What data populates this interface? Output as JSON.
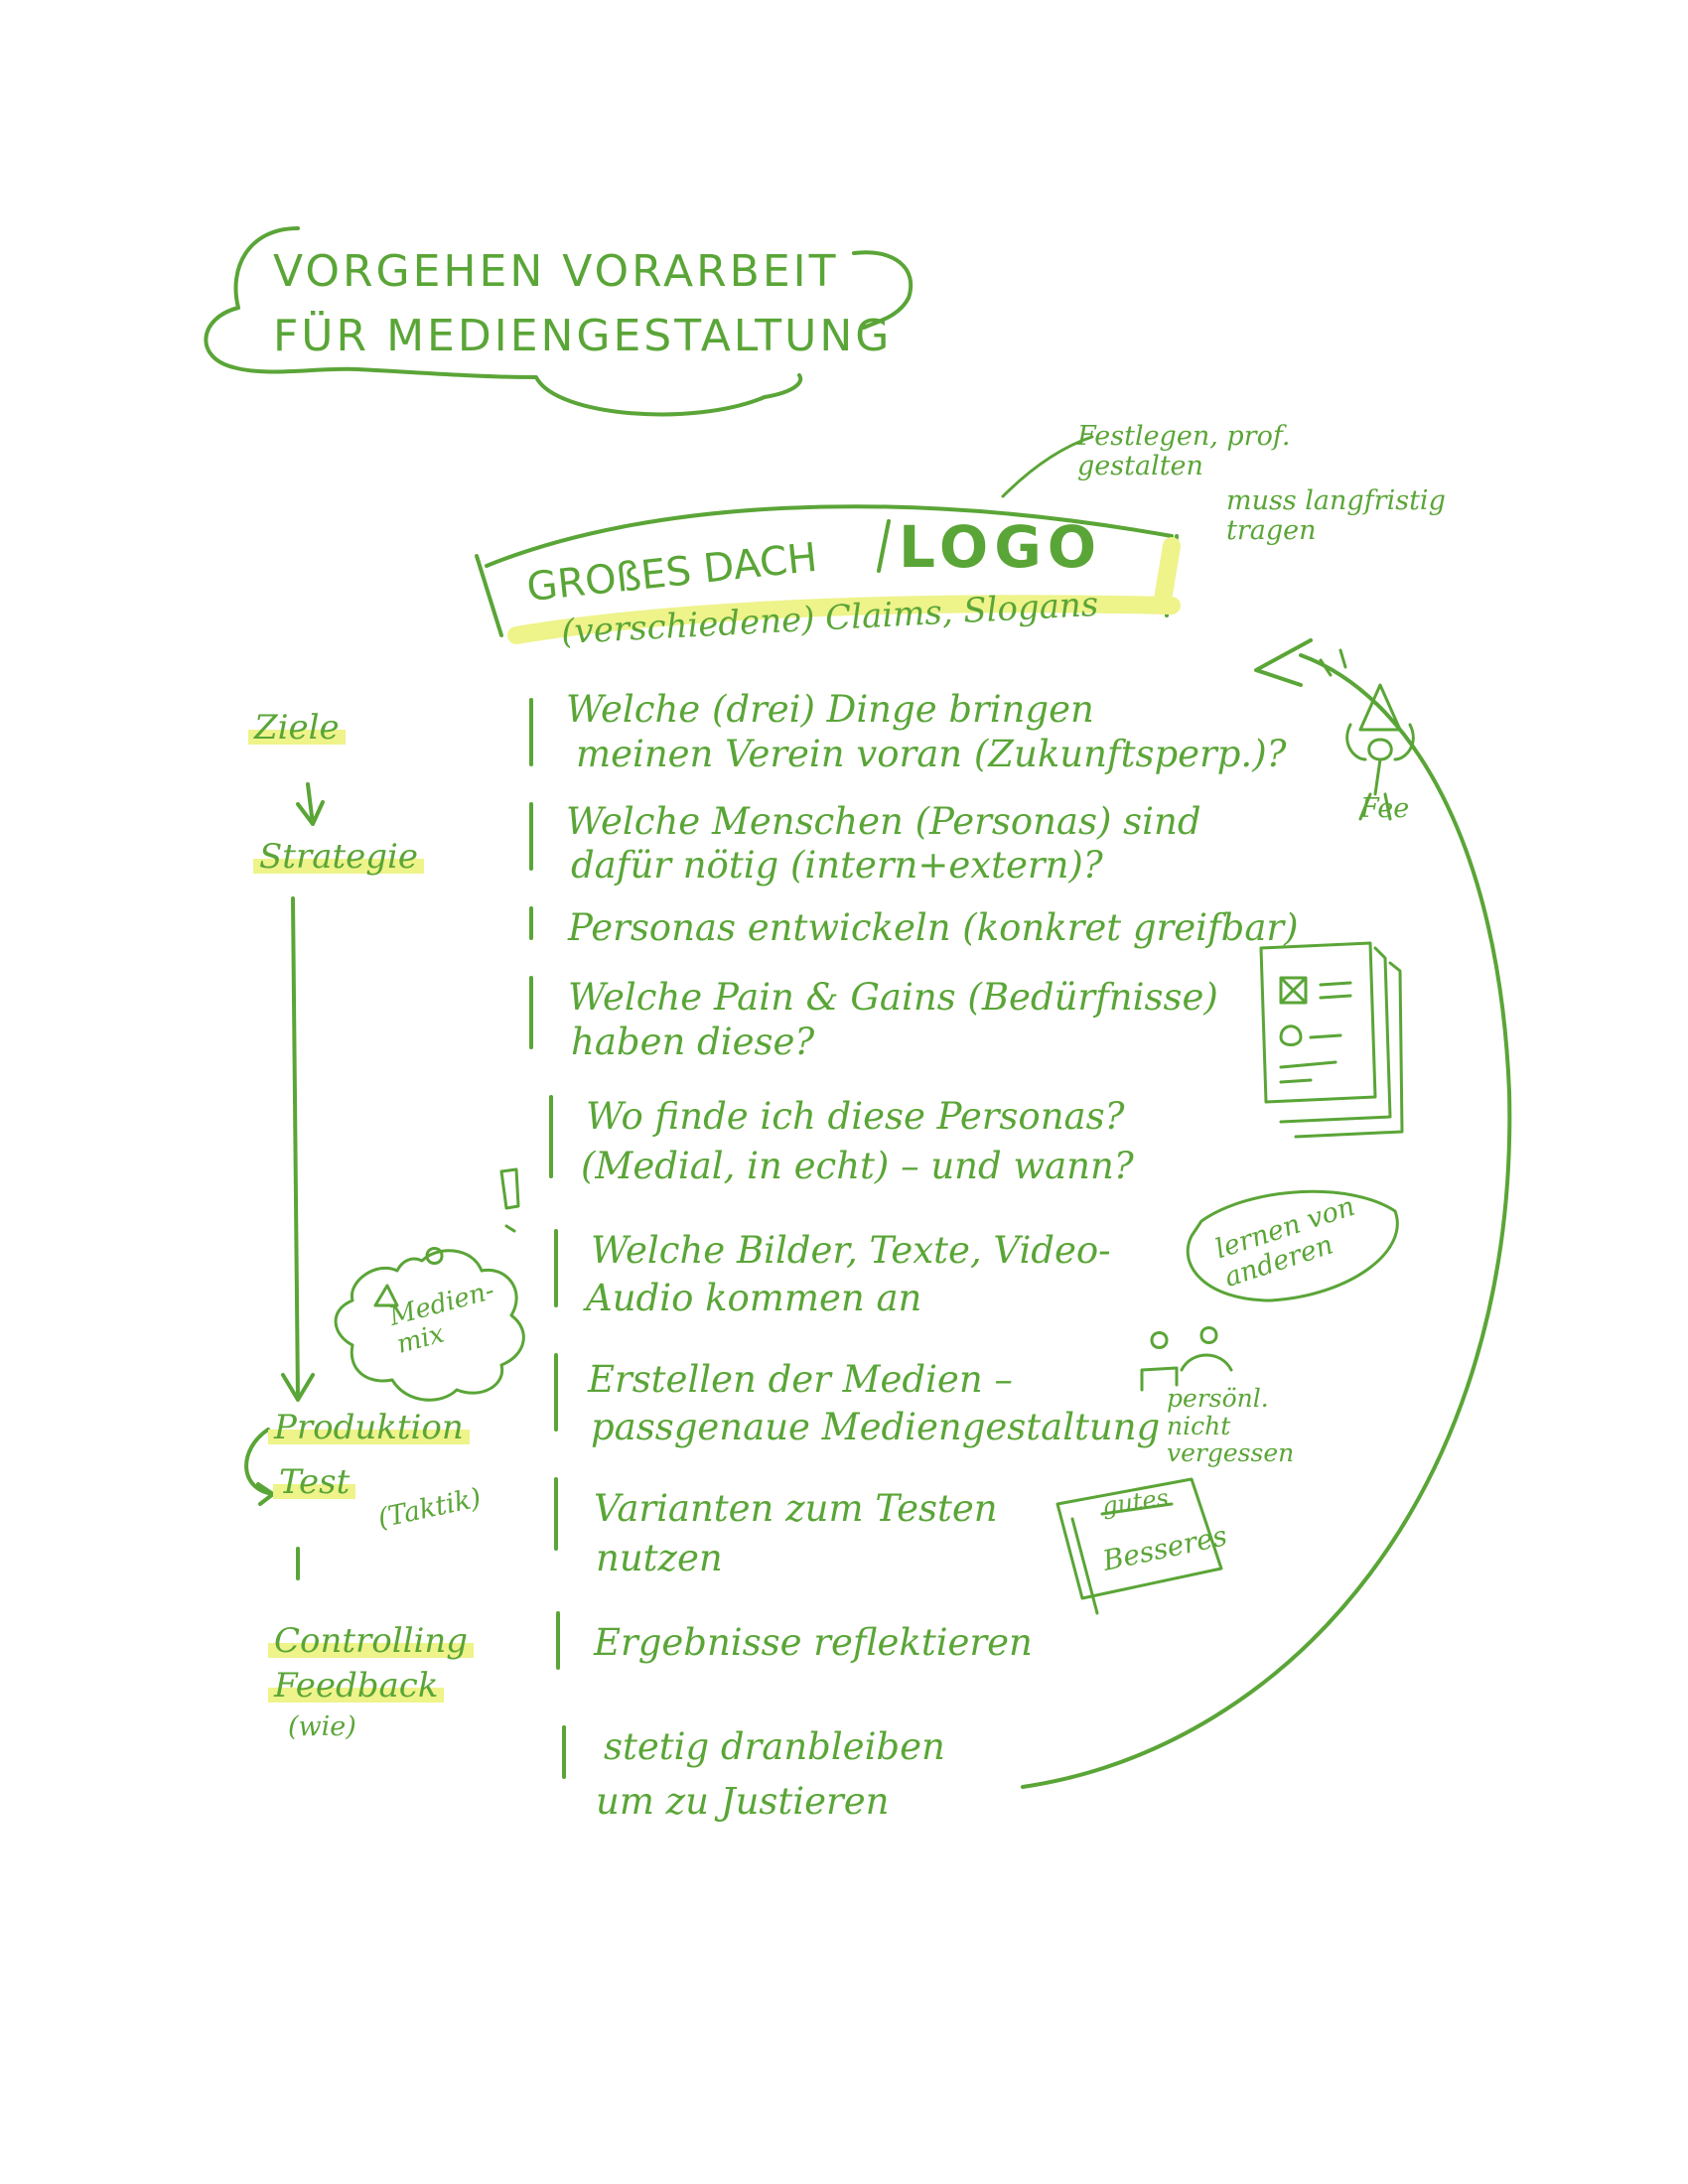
{
  "title": {
    "line1": "VORGEHEN VORARBEIT",
    "line2": "FÜR MEDIENGESTALTUNG"
  },
  "roof": {
    "label": "GROßES DACH",
    "logo": "LOGO",
    "sub": "(verschiedene) Claims, Slogans",
    "note_fix": "Festlegen, prof. gestalten",
    "note_long": "muss langfristig tragen"
  },
  "steps": [
    {
      "line1": "Welche (drei) Dinge bringen",
      "line2": "meinen Verein voran (Zukunftsperp.)?"
    },
    {
      "line1": "Welche Menschen (Personas) sind",
      "line2": "dafür nötig (intern+extern)?"
    },
    {
      "line1": "Personas entwickeln (konkret greifbar)",
      "line2": ""
    },
    {
      "line1": "Welche Pain & Gains (Bedürfnisse)",
      "line2": "haben diese?"
    },
    {
      "line1": "Wo finde ich diese Personas?",
      "line2": "(Medial, in echt) – und wann?"
    },
    {
      "line1": "Welche Bilder, Texte, Video-",
      "line2": "Audio kommen an"
    },
    {
      "line1": "Erstellen der Medien –",
      "line2": "passgenaue Mediengestaltung"
    },
    {
      "line1": "Varianten zum Testen",
      "line2": "nutzen"
    },
    {
      "line1": "Ergebnisse reflektieren",
      "line2": ""
    },
    {
      "line1": "stetig dranbleiben",
      "line2": "um zu Justieren"
    }
  ],
  "side": {
    "ziele": "Ziele",
    "strategie": "Strategie",
    "produktion": "Produktion",
    "test": "Test",
    "taktik": "(Taktik)",
    "controlling": "Controlling",
    "feedback": "Feedback",
    "wie": "(wie)"
  },
  "notes": {
    "fee": "Fee",
    "medienmix": "Medien-mix",
    "lernen": "lernen von anderen",
    "persoenl": "persönl. nicht vergessen",
    "gutes": "gutes",
    "besseres": "Besseres"
  },
  "colors": {
    "ink": "#5aa537",
    "highlight": "#eef38a",
    "background": "#ffffff"
  }
}
